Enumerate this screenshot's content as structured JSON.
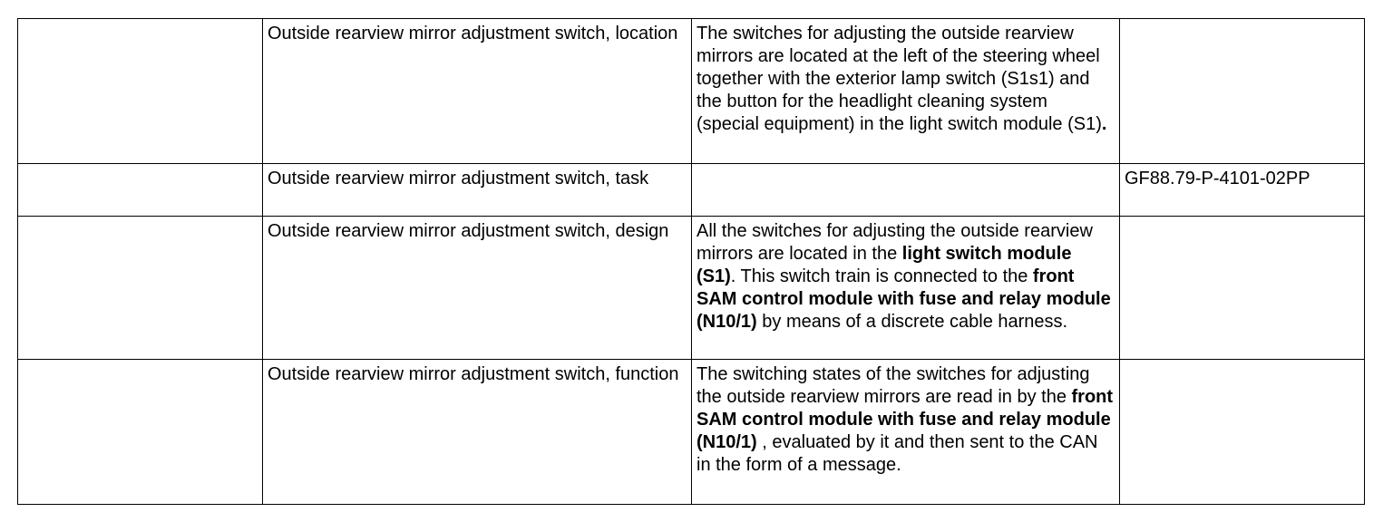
{
  "rows": [
    {
      "topic": "Outside rearview mirror adjustment switch, location",
      "desc": [
        {
          "t": "The switches for adjusting the outside rearview mirrors are located at the left of the steering wheel together with the exterior lamp switch (S1s1) and the button for the headlight cleaning system (special equipment) in the light switch module (S1)",
          "b": false
        },
        {
          "t": ".",
          "b": true
        }
      ],
      "ref": ""
    },
    {
      "topic": "Outside rearview mirror adjustment switch, task",
      "desc": [],
      "ref": "GF88.79-P-4101-02PP"
    },
    {
      "topic": "Outside rearview mirror adjustment switch, design",
      "desc": [
        {
          "t": "All the switches for adjusting the outside rearview mirrors are located in the ",
          "b": false
        },
        {
          "t": "light switch module (S1)",
          "b": true
        },
        {
          "t": ". This switch train is connected to the ",
          "b": false
        },
        {
          "t": "front SAM control module with fuse and relay module (N10/1)",
          "b": true
        },
        {
          "t": "  by means of a discrete cable harness.",
          "b": false
        }
      ],
      "ref": ""
    },
    {
      "topic": "Outside rearview mirror adjustment switch, function",
      "desc": [
        {
          "t": "The switching states of the switches for adjusting the outside rearview mirrors are read in by the ",
          "b": false
        },
        {
          "t": "front SAM control module with fuse and relay module (N10/1)",
          "b": true
        },
        {
          "t": " , evaluated by it and then sent to the CAN in the form of a message.",
          "b": false
        }
      ],
      "ref": ""
    }
  ]
}
